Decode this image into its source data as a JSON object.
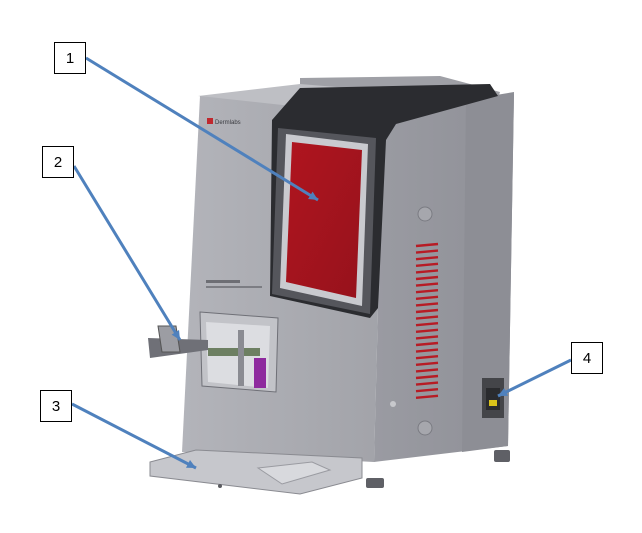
{
  "callouts": [
    {
      "label": "1",
      "target": "display-screen"
    },
    {
      "label": "2",
      "target": "front-handle"
    },
    {
      "label": "3",
      "target": "base-tray"
    },
    {
      "label": "4",
      "target": "power-socket"
    }
  ],
  "brand_label": "Dermlabs",
  "colors": {
    "arrow": "#4f81bd",
    "body": "#a7a8ae",
    "side": "#9899a0",
    "screen": "#a3141f",
    "bezel": "#2f3034",
    "vent": "#b71c25",
    "accent_purple": "#8e2a9e",
    "socket_yellow": "#d9c21a"
  }
}
